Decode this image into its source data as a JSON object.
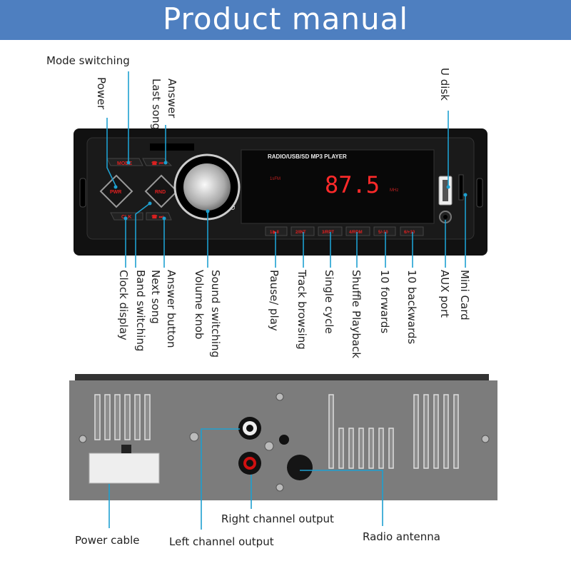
{
  "header": {
    "title": "Product manual"
  },
  "front_panel": {
    "display_title": "RADIO/USB/SD MP3 PLAYER",
    "band": "1sFM",
    "frequency": "87.5",
    "unit": "MHz",
    "buttons": {
      "mode": "MODE",
      "pwr": "PWR",
      "rnd": "RND",
      "clk": "CLK",
      "prev": "☎ ⏮",
      "next": "☎ ⏭",
      "preset1": "1/▶II",
      "preset2": "2/INT",
      "preset3": "3/RPT",
      "preset4": "4/RDM",
      "preset5": "5/-10",
      "preset6": "6/+10"
    },
    "side_mark": "SD"
  },
  "labels_top": {
    "mode_switching": "Mode switching",
    "power": "Power",
    "answer": "Answer",
    "last_song": "Last song",
    "u_disk": "U disk"
  },
  "labels_bottom": {
    "clock_display": "Clock display",
    "band_switching": "Band switching",
    "next_song": "Next song",
    "answer_button": "Answer button",
    "volume_knob": "Volume knob",
    "sound_switching": "Sound switching",
    "pause_play": "Pause/ play",
    "track_browsing": "Track browsing",
    "single_cycle": "Single cycle",
    "shuffle_playback": "Shuffle Playback",
    "ten_forwards": "10 forwards",
    "ten_backwards": "10 backwards",
    "aux_port": "AUX port",
    "mini_card": "Mini Card"
  },
  "labels_rear": {
    "right_channel": "Right channel output",
    "power_cable": "Power cable",
    "left_channel": "Left channel output",
    "radio_antenna": "Radio antenna"
  },
  "colors": {
    "header": "#4e7fc0",
    "callout": "#1ea0d0",
    "display_red": "#ff2a2a"
  }
}
